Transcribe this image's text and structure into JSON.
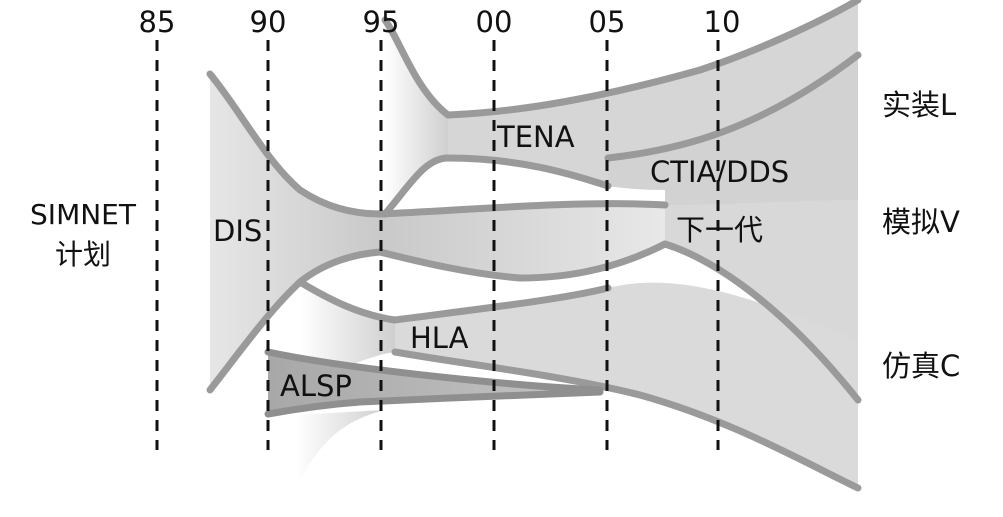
{
  "colors": {
    "stream_fill": "#dcdcdc",
    "stream_dark": "#c8c8c8",
    "stream_edge": "#9a9a9a",
    "grid": "#111111",
    "text": "#111111"
  },
  "years": [
    "85",
    "90",
    "95",
    "00",
    "05",
    "10"
  ],
  "side_label": {
    "line1": "SIMNET",
    "line2": "计划"
  },
  "technologies": {
    "dis": "DIS",
    "tena": "TENA",
    "ctia_dds": "CTIA/DDS",
    "next_gen": "下一代",
    "hla": "HLA",
    "alsp": "ALSP"
  },
  "domains": {
    "live": "实装L",
    "virtual": "模拟V",
    "constructive": "仿真C"
  }
}
